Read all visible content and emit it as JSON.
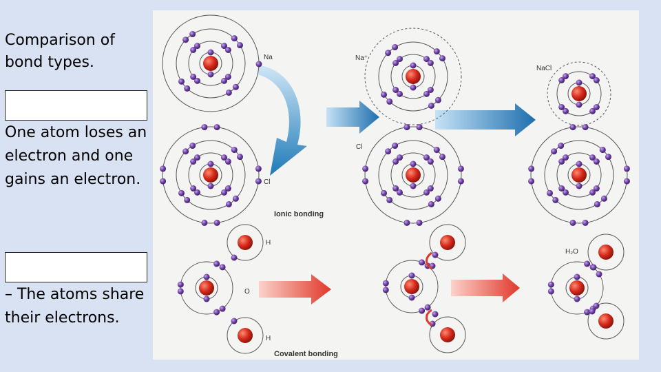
{
  "slide": {
    "heading": "Comparison of bond types.",
    "ionic_box": "",
    "ionic_text": "One atom loses an electron and one gains an electron.",
    "covalent_box": "",
    "covalent_text": "– The atoms share their electrons."
  },
  "figure": {
    "labels": {
      "na": "Na",
      "na_plus": "Na⁺",
      "cl_left": "Cl",
      "cl_mid": "Cl",
      "nacl": "NaCl",
      "ionic": "Ionic bonding",
      "h_top": "H",
      "o": "O",
      "h_bottom": "H",
      "h2o": "H₂O",
      "covalent": "Covalent bonding"
    },
    "colors": {
      "nucleus": "#d42a1c",
      "electron": "#6b3fa0",
      "ionic_arrow": "#1e7ab8",
      "covalent_arrow": "#e0392a"
    }
  }
}
